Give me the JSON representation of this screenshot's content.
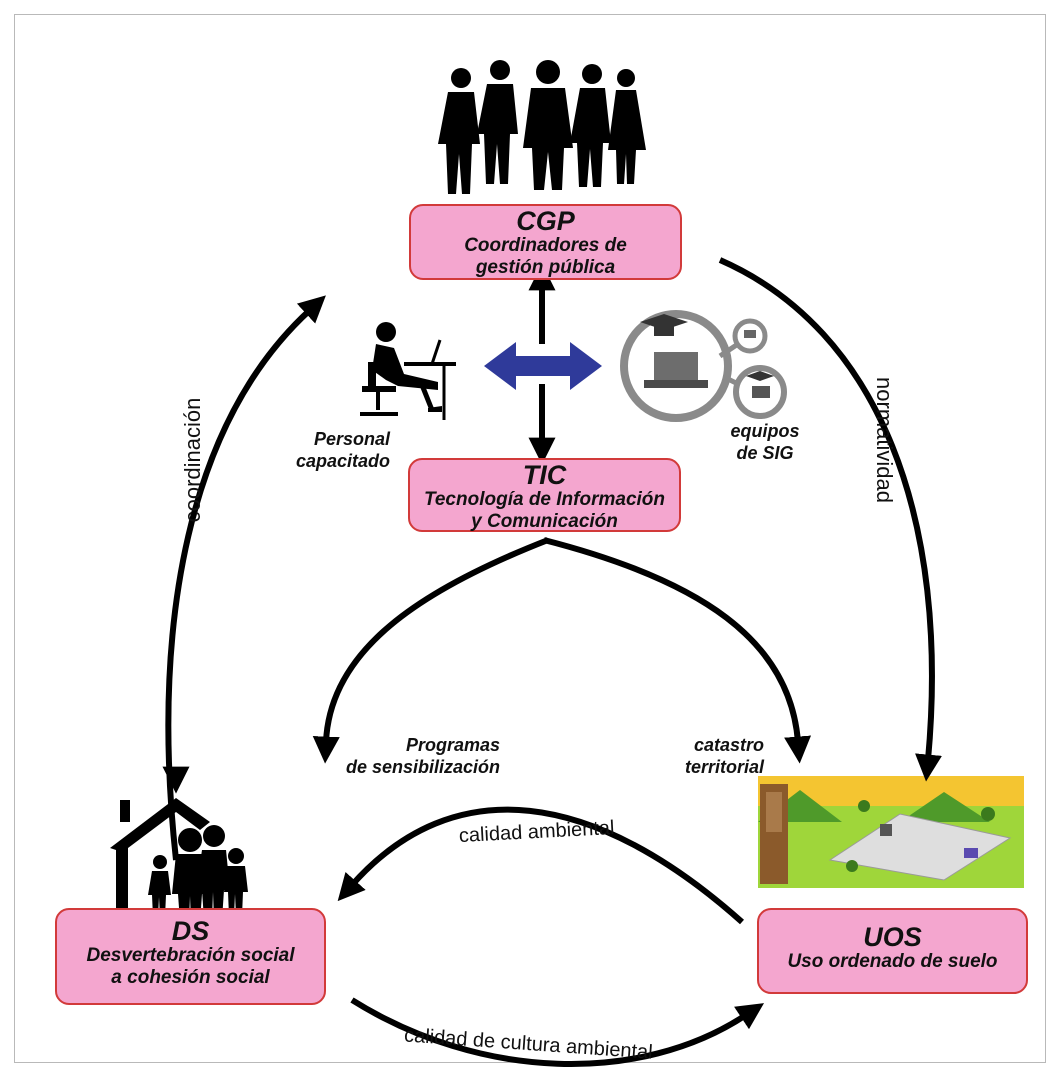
{
  "colors": {
    "box_fill": "#f4a6cf",
    "box_border": "#d23a3a",
    "arrow": "#000000",
    "double_arrow": "#2f3a9a"
  },
  "nodes": {
    "cgp": {
      "code": "CGP",
      "line1": "Coordinadores de",
      "line2": "gestión pública"
    },
    "tic": {
      "code": "TIC",
      "line1": "Tecnología de Información",
      "line2": "y Comunicación"
    },
    "ds": {
      "code": "DS",
      "line1": "Desvertebración social",
      "line2": "a cohesión social"
    },
    "uos": {
      "code": "UOS",
      "line1": "Uso ordenado de suelo",
      "line2": ""
    }
  },
  "labels": {
    "personal": [
      "Personal",
      "capacitado"
    ],
    "equipos": [
      "equipos",
      "de SIG"
    ],
    "programas": [
      "Programas",
      "de sensibilización"
    ],
    "catastro": [
      "catastro",
      "territorial"
    ]
  },
  "edges": {
    "coordinacion": "coordinación",
    "normatividad": "normatividad",
    "calidad_ambiental": "calidad ambiental",
    "calidad_cultura": "calidad de cultura ambiental"
  },
  "icons": {
    "top": "business-people-group-icon",
    "worker": "person-at-computer-icon",
    "gis": "gis-network-icon",
    "family": "family-house-icon",
    "land": "land-use-illustration"
  }
}
